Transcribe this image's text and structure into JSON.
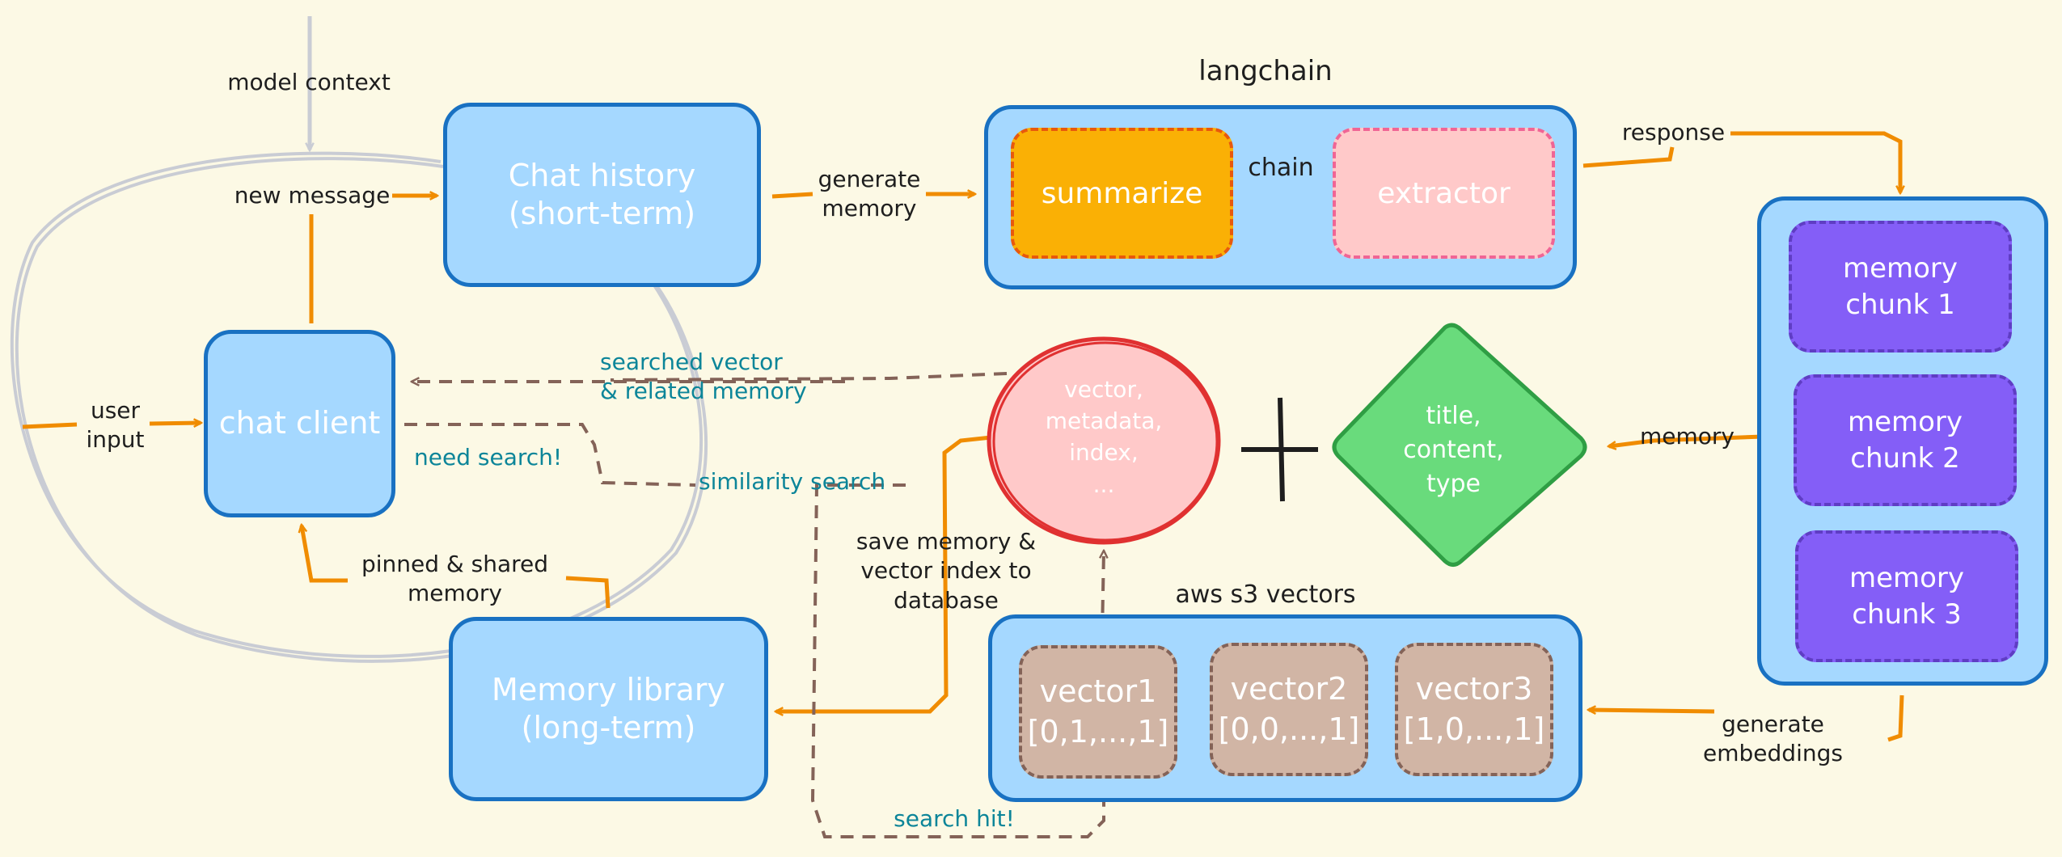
{
  "nodes": {
    "chat_history": "Chat history\n(short-term)",
    "chat_client": "chat client",
    "memory_library": "Memory library\n(long-term)",
    "langchain_title": "langchain",
    "summarize": "summarize",
    "extractor": "extractor",
    "chunk1": "memory\nchunk 1",
    "chunk2": "memory\nchunk 2",
    "chunk3": "memory\nchunk 3",
    "vector_circle": "vector,\nmetadata,\nindex,\n...",
    "diamond": "title,\ncontent,\ntype",
    "s3_title": "aws s3 vectors",
    "vector1": "vector1\n[0,1,...,1]",
    "vector2": "vector2\n[0,0,...,1]",
    "vector3": "vector3\n[1,0,...,1]"
  },
  "labels": {
    "model_context": "model context",
    "new_message": "new message",
    "user_input": "user\ninput",
    "generate_memory": "generate\nmemory",
    "chain": "chain",
    "response": "response",
    "searched_vector": "searched vector\n& related memory",
    "need_search": "need search!",
    "similarity_search": "similarity search",
    "memory": "memory",
    "pinned_shared": "pinned & shared\nmemory",
    "save_memory": "save memory &\nvector index to\ndatabase",
    "generate_embeddings": "generate\nembeddings",
    "search_hit": "search hit!"
  },
  "colors": {
    "background": "#fcf9e5",
    "blue_fill": "#a5d8ff",
    "blue_stroke": "#1971c2",
    "orange_arrow": "#f08c00",
    "brown_dashed": "#846358",
    "grey_line": "#c9ccd4",
    "teal_text": "#0c8599",
    "purple_fill": "#845ef7",
    "green_fill": "#69db7c",
    "pink_fill": "#ffc9c9",
    "red_stroke": "#e03131"
  }
}
